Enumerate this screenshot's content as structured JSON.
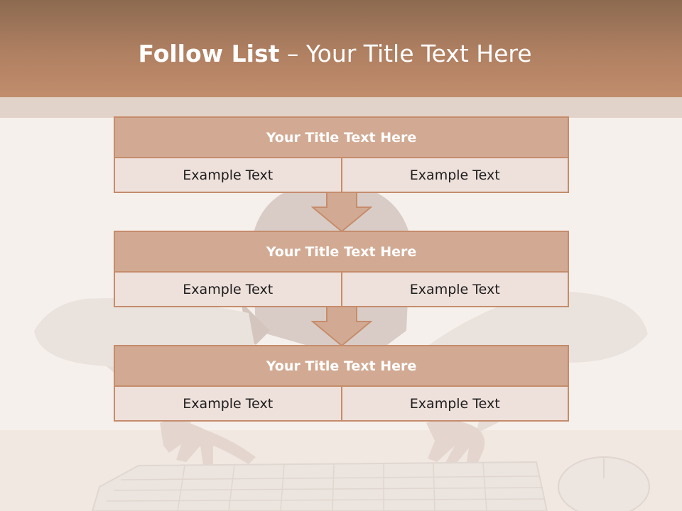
{
  "title": {
    "bold": "Follow List",
    "rest": " – Your Title Text Here"
  },
  "blocks": [
    {
      "title": "Your Title Text Here",
      "left": "Example Text",
      "right": "Example Text"
    },
    {
      "title": "Your Title Text Here",
      "left": "Example Text",
      "right": "Example Text"
    },
    {
      "title": "Your Title Text Here",
      "left": "Example Text",
      "right": "Example Text"
    }
  ],
  "colors": {
    "header_dark": "#8c6a50",
    "header_light": "#c18d6d",
    "accent": "#c58c6c",
    "block_title_fill": "#d2aa93",
    "block_body_fill": "#eee0da"
  },
  "icons": [
    "down-arrow-icon"
  ]
}
